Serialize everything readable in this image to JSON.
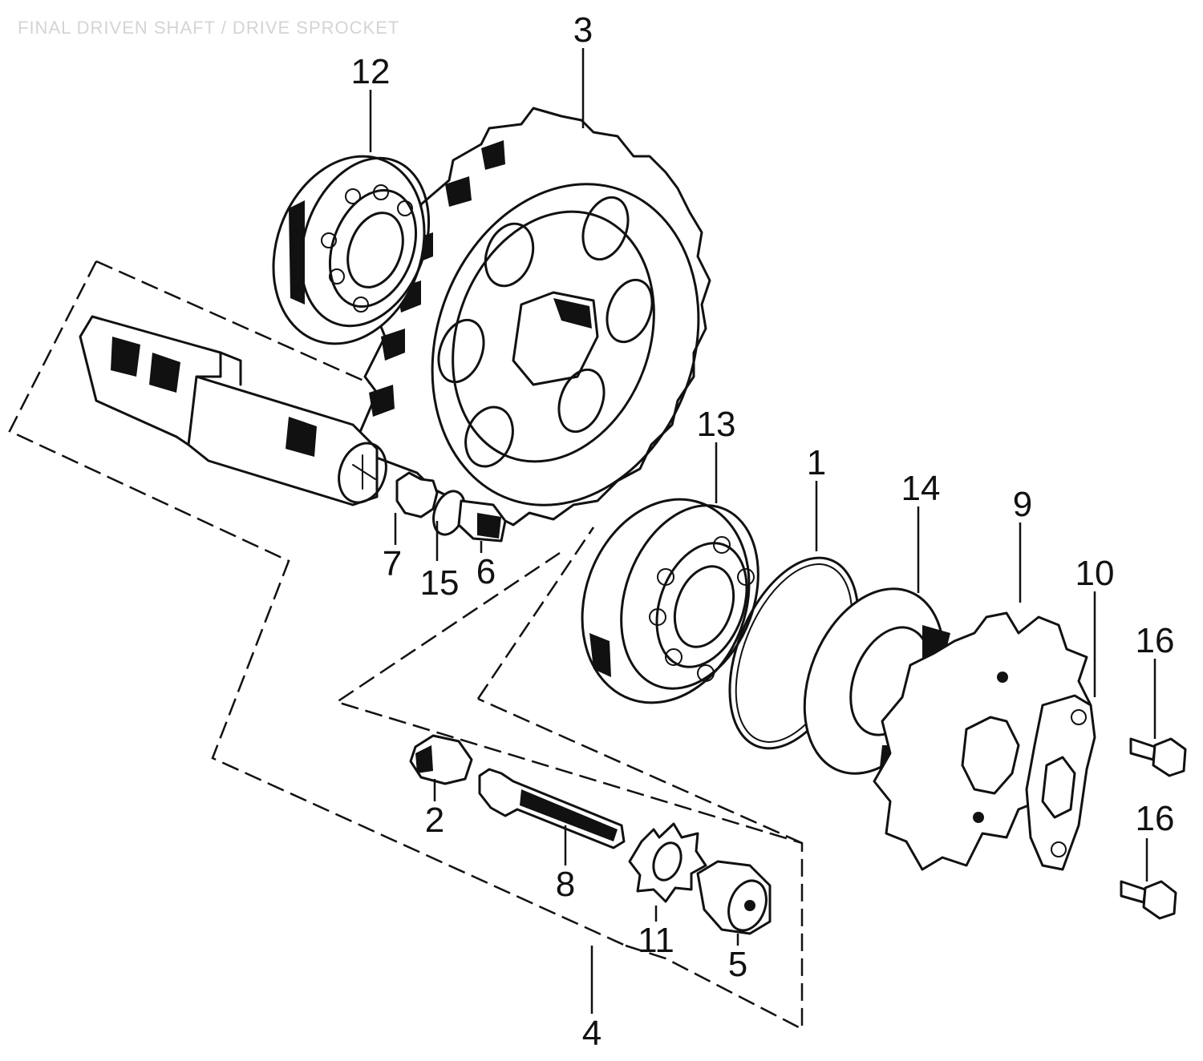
{
  "title": "FINAL DRIVEN SHAFT / DRIVE SPROCKET",
  "callouts": {
    "c1": "1",
    "c2": "2",
    "c3": "3",
    "c4": "4",
    "c5": "5",
    "c6": "6",
    "c7": "7",
    "c8": "8",
    "c9": "9",
    "c10": "10",
    "c11": "11",
    "c12": "12",
    "c13": "13",
    "c14": "14",
    "c15": "15",
    "c16a": "16",
    "c16b": "16"
  }
}
